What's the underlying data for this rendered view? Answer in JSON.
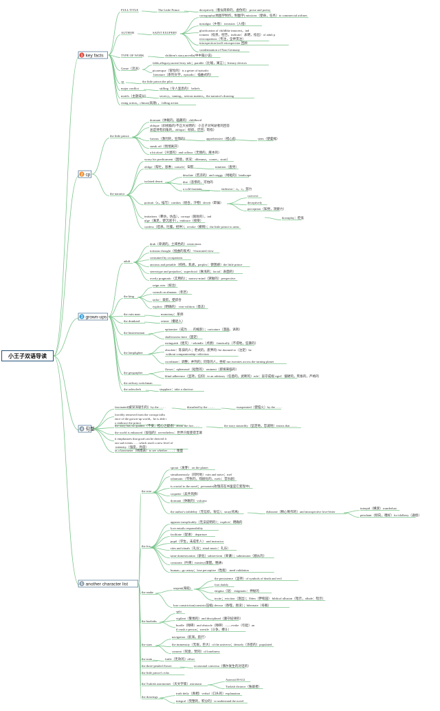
{
  "root": "小王子双语导读",
  "colors": {
    "line": "#78c48a",
    "root_border": "#1f4f78",
    "badge": [
      "#e0473a",
      "#f08a2c",
      "#3aa0d8",
      "#8a9aa8",
      "#8a9aa8"
    ]
  },
  "branches": [
    {
      "num": "1",
      "label": "key facts"
    },
    {
      "num": "2",
      "label": "cp"
    },
    {
      "num": "3",
      "label": "grown-ups"
    },
    {
      "num": "4",
      "label": "句型"
    },
    {
      "num": "5",
      "label": "another character list"
    }
  ],
  "key_facts": {
    "full_title": "FULL TITLE",
    "little_prince": "The Little Prince",
    "deceptively": "deceptively（看似简单的，虚伪的）  prose and poetry",
    "author": "AUTHOR",
    "saint_exupery": "SAINT EXUPERY",
    "cartography": "cartography(地图学制作，制图学)  missions（使命，任务）to commercial airlines",
    "nostalgia": "nostalgia（乡愁）          invasion（入侵）",
    "glorification": "glorification of childlike innocent，indictment（指责，控告，indicate：表明，指出）of adult preoccupations（专注，全神贯注）",
    "introspection": "introspection itself              retrospection 回顾",
    "condemnation": "condemnation of Nazi Germany",
    "type": "TYPE OF WORK",
    "childrens_story": "children's story,novella(中中篇小说)",
    "genre": "Genre（流派）",
    "fable": "fable,allegory,surreal fairy tale；parable（比喻，寓言）；literary devices",
    "picaresque": "picaresque（冒险的）is a genre of episodic literature（系列文学，episodic：插曲式的）",
    "cp": "cp",
    "cp_val": "the little prince,the pilot",
    "major_conflict": "major conflict",
    "stifling": "stifling（令人窒息的）  beliefs",
    "motifs": "motifs（主题成分）",
    "secrecy": "secrecy，taming，serious matters，the narrator's drawing",
    "rising": "rising action，climax(高潮) ，  falling action"
  },
  "cp": {
    "little_prince": "the little prince",
    "dormant": "dormant（休眠的，蕴藏的）childhood",
    "oblique": "oblique（斜视角的/不正大光明的：小王子对驾驶者的回答总是持有斜角的，oblique：倾斜，迂回；暗指）",
    "furious": "furious（激烈的，狂怒的）",
    "apprehensive": "apprehensive（担心的",
    "stem": "stem（使萎缩）",
    "sneak_off": "sneak off（悄悄离开）",
    "bit_aloof": "a bit aloof（冷漠的）and callous（无情的，麻木的）",
    "narrator": "the narrator",
    "worry": "worry his predicament（困境，状况：dilemma，corner，strait）",
    "oblige": "oblige（帮忙，恩惠；console：安慰",
    "intuition": "intuition（直觉）",
    "isolated": "isolated desert",
    "desolate": "desolate（荒凉的）and craggy（崎岖的）landscape",
    "dire": "dire（悲惨的，可怕的",
    "fountain": "a cold fountain",
    "endeavor": "endeavor：n，v，努力",
    "portrait": "portrait（n，描写）combos（组合，汗物）deceit（欺骗）",
    "coercive": "coercive",
    "deceptively": "deceptively",
    "perception": "perception（知觉，洞察力）",
    "imitations": "imitations（摹仿，仿品），corrupt（腐败的），indulge（满足，使沉迷于），embrace（接受）",
    "downplay": "downplay：贬低",
    "confess": "confess（坦承，吐露，招供）；revoke（撤销）；the little prince to arms"
  },
  "grownups": {
    "adult": "adult",
    "drab": "drab（单调的，土褐色的）restrictions",
    "tortuous": "tortuous thought（扭曲的观点）=frustrated view",
    "consumed": "consumed by occupations",
    "anxious": "anxious and pettable（抓挠，焦虑，perplex：使困惑）the little prince",
    "stereotype": "stereotype and prejudice；superficial（肤浅的；facial：表面的）",
    "overly": "overly pragmatic（实用的）；narrow-mind（狭隘的）perspective",
    "king": "the king",
    "reign": "reign over（统治）",
    "consult": "consult on almanac（年历）",
    "tailor": "tailor：裁剪，使适合",
    "explicit": "explicit（明确的）  vim-volition（意志）",
    "vain": "the vain man",
    "monotony": "monotony：单调",
    "drunkard": "the drunkard",
    "retreat": "retreat（撤退入）",
    "businessman": "the businessman",
    "epitomize": "epitomize（成为……的缩影）；caricature（漫画，讽刺）",
    "shallowness": "shallowness-inert（固定）",
    "lamplighter": "the lamplighter",
    "extinguish": "extinguish（熄灭）--rekindle（点燃）  frantically（不得地，狂暴的）",
    "obsolete": "obsolete：陈旧的人；老式的，废弃的--be doomed to（注定）be without companionship--affection",
    "coordinate": "coordinate：调整；并列的；同等的人，坐标     run twenties across the turning planet",
    "geographer": "the geographer",
    "flower": "flower：ephemeral（短暂的）  ominent（即将来临的）",
    "blind": "blind adherence（坚持，信仰）to an arbitrary（任意的，武断的）rule：盲守成规  rigid：僵硬的，死板的，严格的",
    "railway": "the railway switchman",
    "salesclerk": "the salesclerk",
    "stopgap": "stopplace：take a shortcut"
  },
  "sentences": {
    "s1": "fascinated(被深深吸引的）by the ……",
    "s1b": "disturbed by the ……",
    "s1c": "exasperated（使恼火）by the ……",
    "s2": "forcibly removed from the corrupt influence of the grown-up world，he is able to embrace the prince",
    "s3": "the story has no qualms（不安，担心之疑虑）about the fact……",
    "s3b": "the story staunchly（坚定地，忠诚地）insists that ……",
    "s4": "the world is enhanced（加强的）nevertheless：世界只能变得丰富",
    "s5": "it emphasizes that good can be derived from sad events……which reach a new level of intensity（强度，亮度）",
    "s6": "as a barometer（晴雨表）to see whether……：衡量"
  },
  "others": {
    "rose": "the rose",
    "sprout": "sprout（发芽）  on the planet",
    "simultaneously": "simultaneously（同时地）vain and naive；melodramatic（夸张的，戏剧化的，melo：音乐剧）",
    "crucial": "is crucial to the novel；personate(玫瑰花在书里是它变现中)",
    "coquette": "coquette（卖弄风情）",
    "dormant": "dormant（休眠的）volcano",
    "infidelity": "the author's infidelity（无信仰，背信）；stray(背离)",
    "elaborate": "elaborate（精心制作的）and introspective love-letter",
    "intrepid": "intrepid（横渡）wanderlust",
    "penchant": "penchant（倾向，嗜好）for idolbery（通俗）",
    "fox": "the fox",
    "appears": "appears inexplicably（无法说明的）；explicit：明确的",
    "love": "love entails responsibility",
    "facilitate": "facilitate（促进）  departure",
    "pupil": "pupil（学生，未成年人）  and instructor",
    "rites": "rites and rituals（礼仪；ritual music：礼乐）",
    "tame": "tame      domestication（驯化）subservient（卑谦）；submission（顺从的）",
    "constrain": "constrain（约束）mastery(掌握，精通)",
    "human": "human—go astray；lose perceptive（性能）        need validation",
    "snake": "the snake",
    "serpent": "serpent(海蛇)",
    "persistence": "the persistence（坚持）of symbols of death and evil",
    "foot": "foot darkly",
    "enigma": "enigma（谜）          enigmatic：神秘的",
    "incite": "incite；eviction（逐出）；Eden（伊甸园）  biblical allusion（暗示，allude：暗示）",
    "lose": "lose constriction(constrict压缩)        devour（吞噬，吞没）；hibernate（冬眠）",
    "baobabs": "the baobabs",
    "split": "split",
    "vigilant": "vigilant（警惕的）and disciplined（遵守纪律的）",
    "hurdle": "hurdle（障碍）and obstacle（障碍）——evoke（引起）and crush a person；wrestle（斗争，搏斗）",
    "stars": "the stars",
    "navigation": "navigation（航海，航行）",
    "immensity": "the immensity（无垠，巨大）of the universe；densely（浓密的）populated",
    "consent": "consent（同意，赞同）of loneliness",
    "train": "the train",
    "futile": "futile（无效的）effort",
    "three_petaled": "the three-petaled flower",
    "occasional": "occasional conversa（偶尔发生的对话的）",
    "echo": "the little prince's echo",
    "astronomer": "the Turkish astronomer（天文学家）astronaut",
    "asteroid": "Asteroid B-612",
    "turkish_dictator": "Turkish dictator（独裁者）",
    "drawings": "the drawings",
    "truth": "truth deily（真相）verbal（口头的）explanation",
    "integral": "integral（完整的，积分的）to understand the novel"
  }
}
